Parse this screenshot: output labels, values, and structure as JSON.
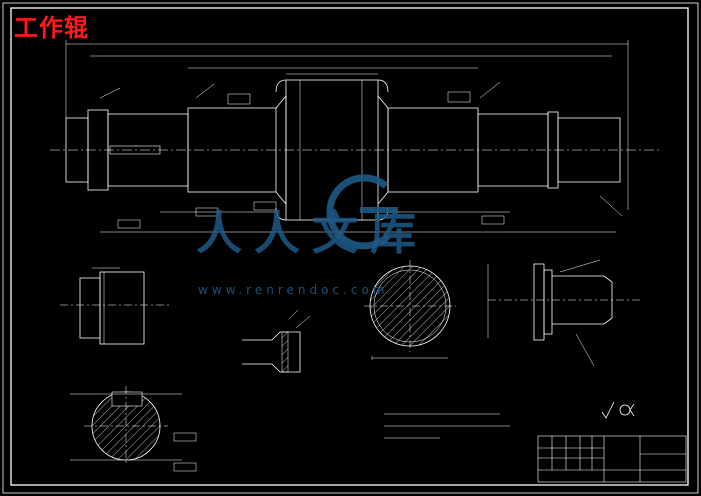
{
  "drawing": {
    "title": "工作辊",
    "watermark_text": "人人文库",
    "watermark_url": "www.renrendoc.com",
    "colors": {
      "background": "#000000",
      "line": "#ffffff",
      "title": "#ff1a1a",
      "watermark": "#1e5a86"
    }
  }
}
